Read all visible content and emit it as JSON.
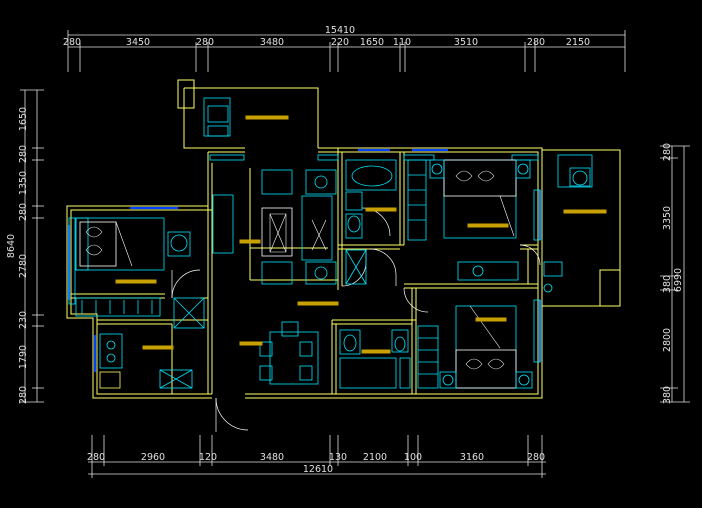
{
  "dimensions": {
    "top_total": "15410",
    "top_segments": [
      "280",
      "3450",
      "280",
      "3480",
      "220",
      "1650",
      "110",
      "3510",
      "280",
      "2150"
    ],
    "bottom_total": "12610",
    "bottom_segments": [
      "280",
      "2960",
      "120",
      "3480",
      "130",
      "2100",
      "100",
      "3160",
      "280"
    ],
    "left_total": "8640",
    "left_segments": [
      "1650",
      "280",
      "1350",
      "280",
      "2780",
      "230",
      "1790",
      "280"
    ],
    "right_total": "6990",
    "right_segments": [
      "280",
      "3350",
      "380",
      "2800",
      "380"
    ]
  },
  "colors": {
    "wall": "#ffff66",
    "furniture": "#00e5ff",
    "dimension": "#e0e0e0",
    "label": "#c8a000",
    "accent": "#0040ff",
    "furniture_alt": "#ffffff",
    "background": "#000000"
  }
}
